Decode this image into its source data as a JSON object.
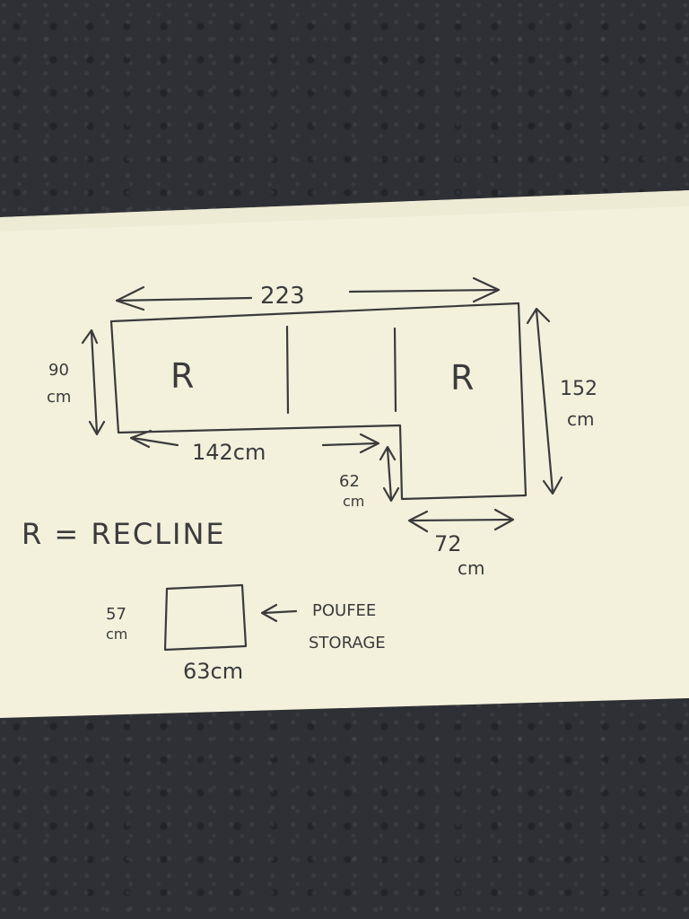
{
  "diagram": {
    "top_width": "223",
    "left_height_value": "90",
    "left_height_unit": "cm",
    "right_height_value": "152",
    "right_height_unit": "cm",
    "inner_width": "142cm",
    "step_height_value": "62",
    "step_height_unit": "cm",
    "right_width_value": "72",
    "right_width_unit": "cm",
    "seat_left": "R",
    "seat_right": "R",
    "legend": "R = RECLINE",
    "poufee_height_value": "57",
    "poufee_height_unit": "cm",
    "poufee_width": "63cm",
    "poufee_label_line1": "POUFEE",
    "poufee_label_line2": "STORAGE"
  },
  "colors": {
    "paper": "#f3f1dc",
    "ink": "#3b3b3b",
    "table": "#2f3035"
  }
}
